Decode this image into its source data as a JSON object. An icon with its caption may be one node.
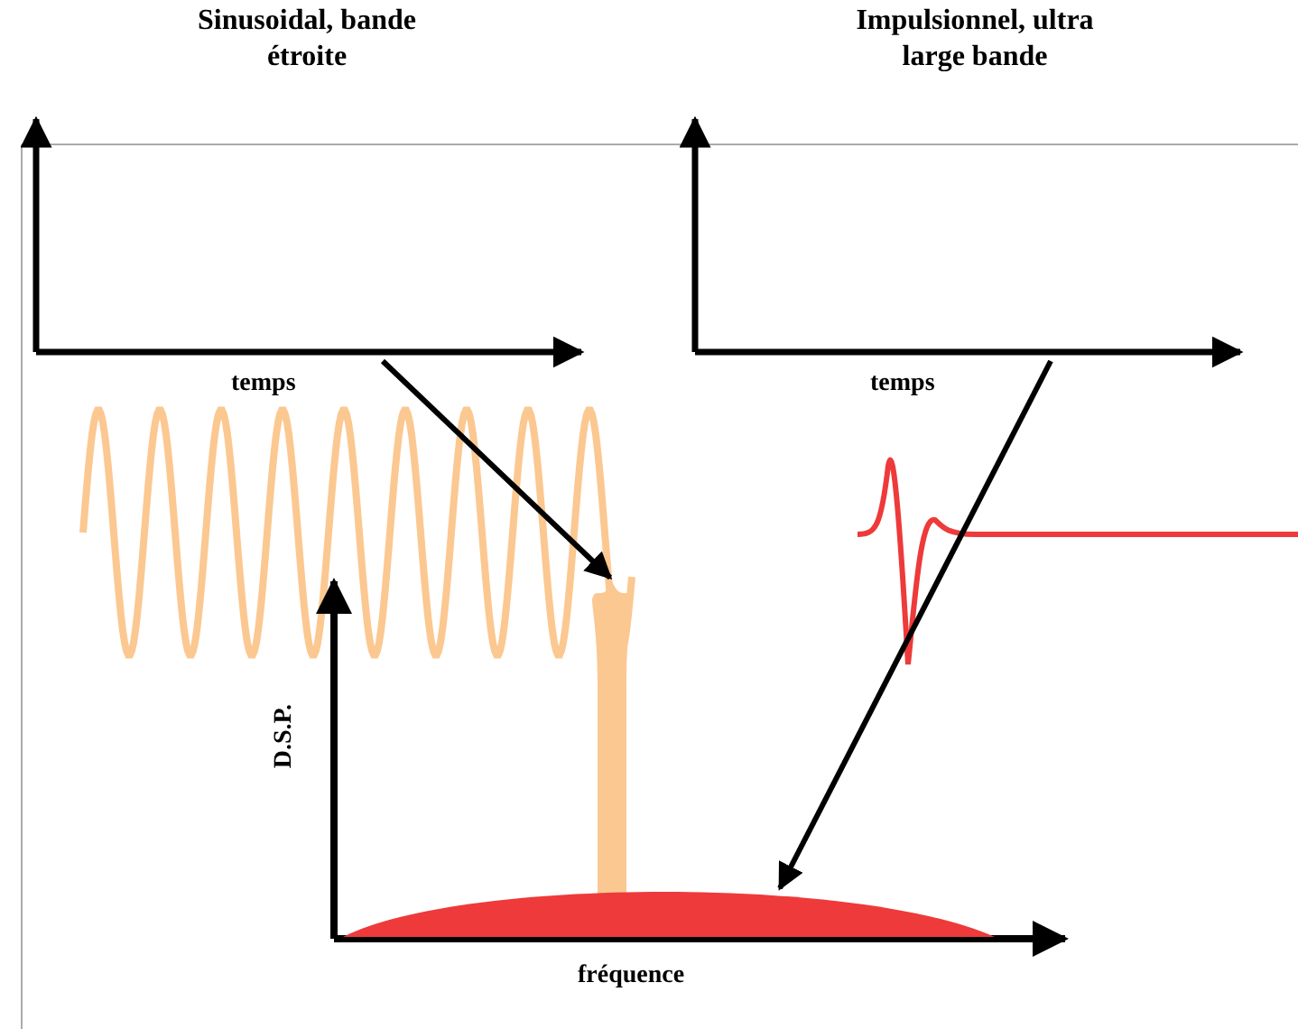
{
  "diagram": {
    "nodes": [
      {
        "text": [
          "Sinusoidal, bande étroite"
        ]
      },
      {
        "text": [],
        "shape": "picture"
      },
      {
        "text": [
          "Impulsionnel, ultra large bande"
        ]
      },
      {
        "text": [],
        "shape": "picture"
      }
    ],
    "edges": [
      {
        "from": 0,
        "to": 1,
        "arrow": "to"
      },
      {
        "from": 2,
        "to": 3,
        "arrow": "to"
      }
    ],
    "labels": [
      "temps",
      "temps",
      "D.S.P.",
      "fréquence"
    ]
  }
}
